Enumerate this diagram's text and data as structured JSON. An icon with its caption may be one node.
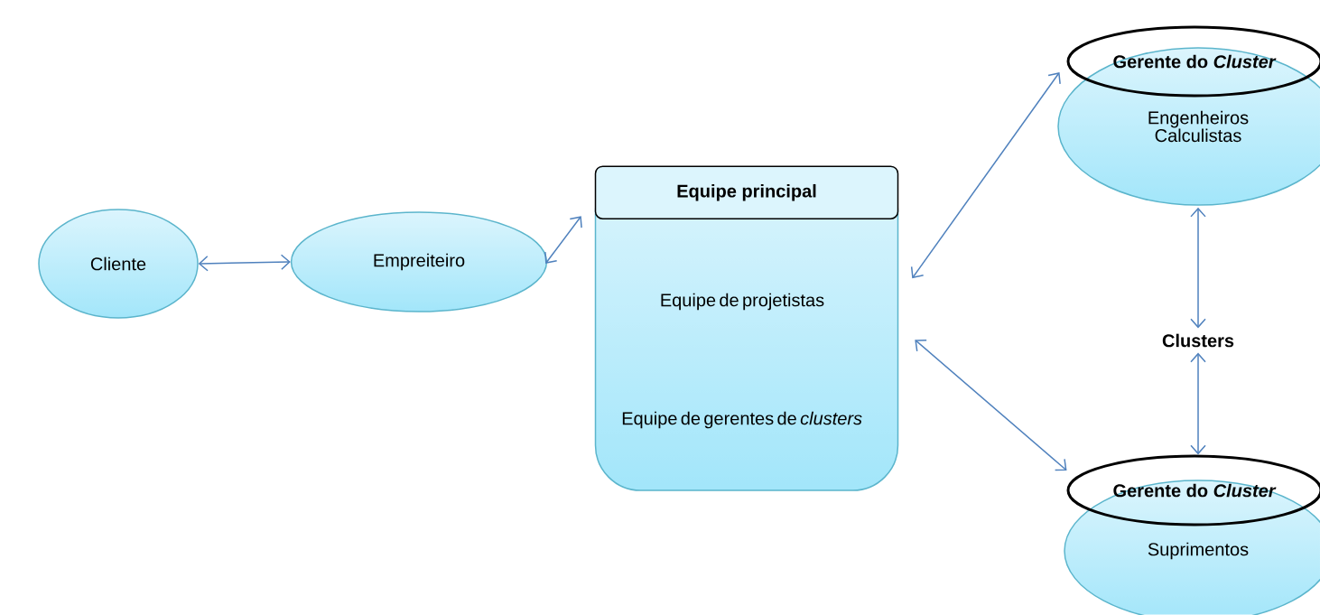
{
  "diagram": {
    "nodes": [
      {
        "text": [
          "Cliente"
        ]
      },
      {
        "text": [
          "Empreiteiro"
        ]
      },
      {
        "text": [
          "Equipe de projetistas",
          "Equipe de gerentes de *clusters*"
        ]
      },
      {
        "text": [
          "Equipe principal"
        ],
        "in": 2
      },
      {
        "text": [
          "Gerente do *Cluster*"
        ]
      },
      {
        "text": [
          "Engenheiros Calculistas"
        ]
      },
      {
        "text": [
          "Clusters"
        ]
      },
      {
        "text": [
          "Gerente do *Cluster*"
        ]
      },
      {
        "text": [
          "Suprimentos"
        ]
      }
    ],
    "edges": [
      {
        "from": 0,
        "to": 1,
        "arrow": "both"
      },
      {
        "from": 1,
        "to": 2,
        "arrow": "both"
      },
      {
        "from": 2,
        "to": 4,
        "arrow": "both"
      },
      {
        "from": 2,
        "to": 7,
        "arrow": "both"
      },
      {
        "from": 5,
        "to": 6,
        "arrow": "both"
      },
      {
        "from": 6,
        "to": 7,
        "arrow": "both"
      }
    ]
  }
}
